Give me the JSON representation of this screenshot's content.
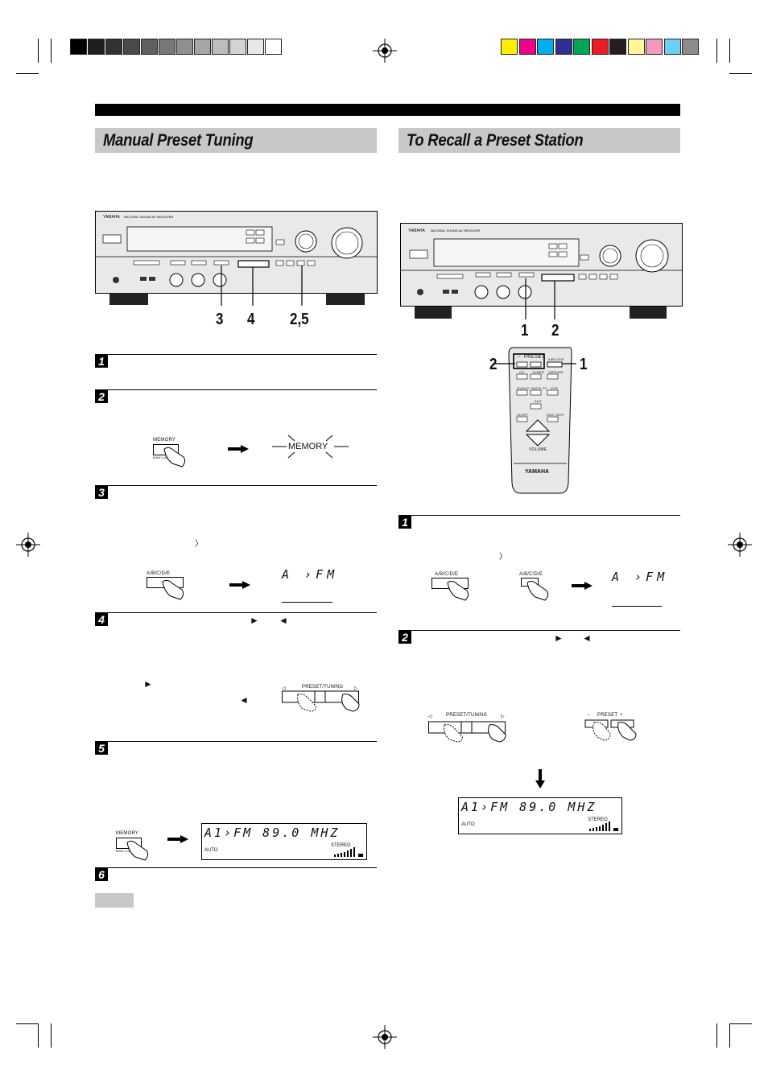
{
  "colors": {
    "header_gray": "#c8c8c8",
    "gray_scale": [
      "#000000",
      "#1f1f1f",
      "#333333",
      "#4a4a4a",
      "#606060",
      "#787878",
      "#8f8f8f",
      "#a6a6a6",
      "#bdbdbd",
      "#d3d3d3",
      "#e8e8e8",
      "#ffffff"
    ],
    "color_bar": [
      "#ffef00",
      "#ec008c",
      "#00aeef",
      "#2e3192",
      "#00a651",
      "#ed1c24",
      "#231f20",
      "#fff799",
      "#f49ac1",
      "#6dcff6",
      "#8c8c8c"
    ]
  },
  "left": {
    "title": "Manual Preset Tuning",
    "callouts": [
      "3",
      "4",
      "2,5"
    ],
    "steps": [
      "1",
      "2",
      "3",
      "4",
      "5",
      "6"
    ],
    "memory_button_label": "MEMORY",
    "memory_button_sublabel": "MAN'L/AUTO FM",
    "memory_display": "MEMORY",
    "abcde_label": "A/B/C/D/E",
    "display_a_fm": "A  ›FM",
    "bracket_glyph": "〉",
    "arrow_right_glyph": "►",
    "arrow_left_glyph": "◄",
    "preset_tuning_label": "PRESET/TUNING",
    "display_full": "A1›FM 89.0 MHZ",
    "auto_label": "AUTO",
    "stereo_label": "STEREO"
  },
  "right": {
    "title": "To Recall a Preset Station",
    "callouts_unit": [
      "1",
      "2"
    ],
    "callouts_remote": [
      "2",
      "1"
    ],
    "remote": {
      "preset_label": "PRESET",
      "minus": "−",
      "plus": "+",
      "abcde": "A/B/C/D/E",
      "rows": [
        [
          "CD",
          "TUNER",
          "TAPE/MD"
        ],
        [
          "DVD/LD",
          "SAT/D-TV",
          "VCR"
        ],
        [
          "AUX"
        ],
        [
          "SLEEP",
          "DISC SKIP"
        ]
      ],
      "volume_label": "VOLUME",
      "brand": "YAMAHA"
    },
    "steps": [
      "1",
      "2"
    ],
    "abcde_label": "A/B/C/D/E",
    "display_a_fm": "A  ›FM",
    "bracket_glyph": "〉",
    "arrow_right_glyph": "►",
    "arrow_left_glyph": "◄",
    "preset_tuning_label": "PRESET/TUNING",
    "preset_label": "PRESET",
    "display_full": "A1›FM 89.0 MHZ",
    "auto_label": "AUTO",
    "stereo_label": "STEREO"
  },
  "receiver": {
    "brand": "YAMAHA",
    "model": "NATURAL SOUND  AV RECEIVER"
  }
}
